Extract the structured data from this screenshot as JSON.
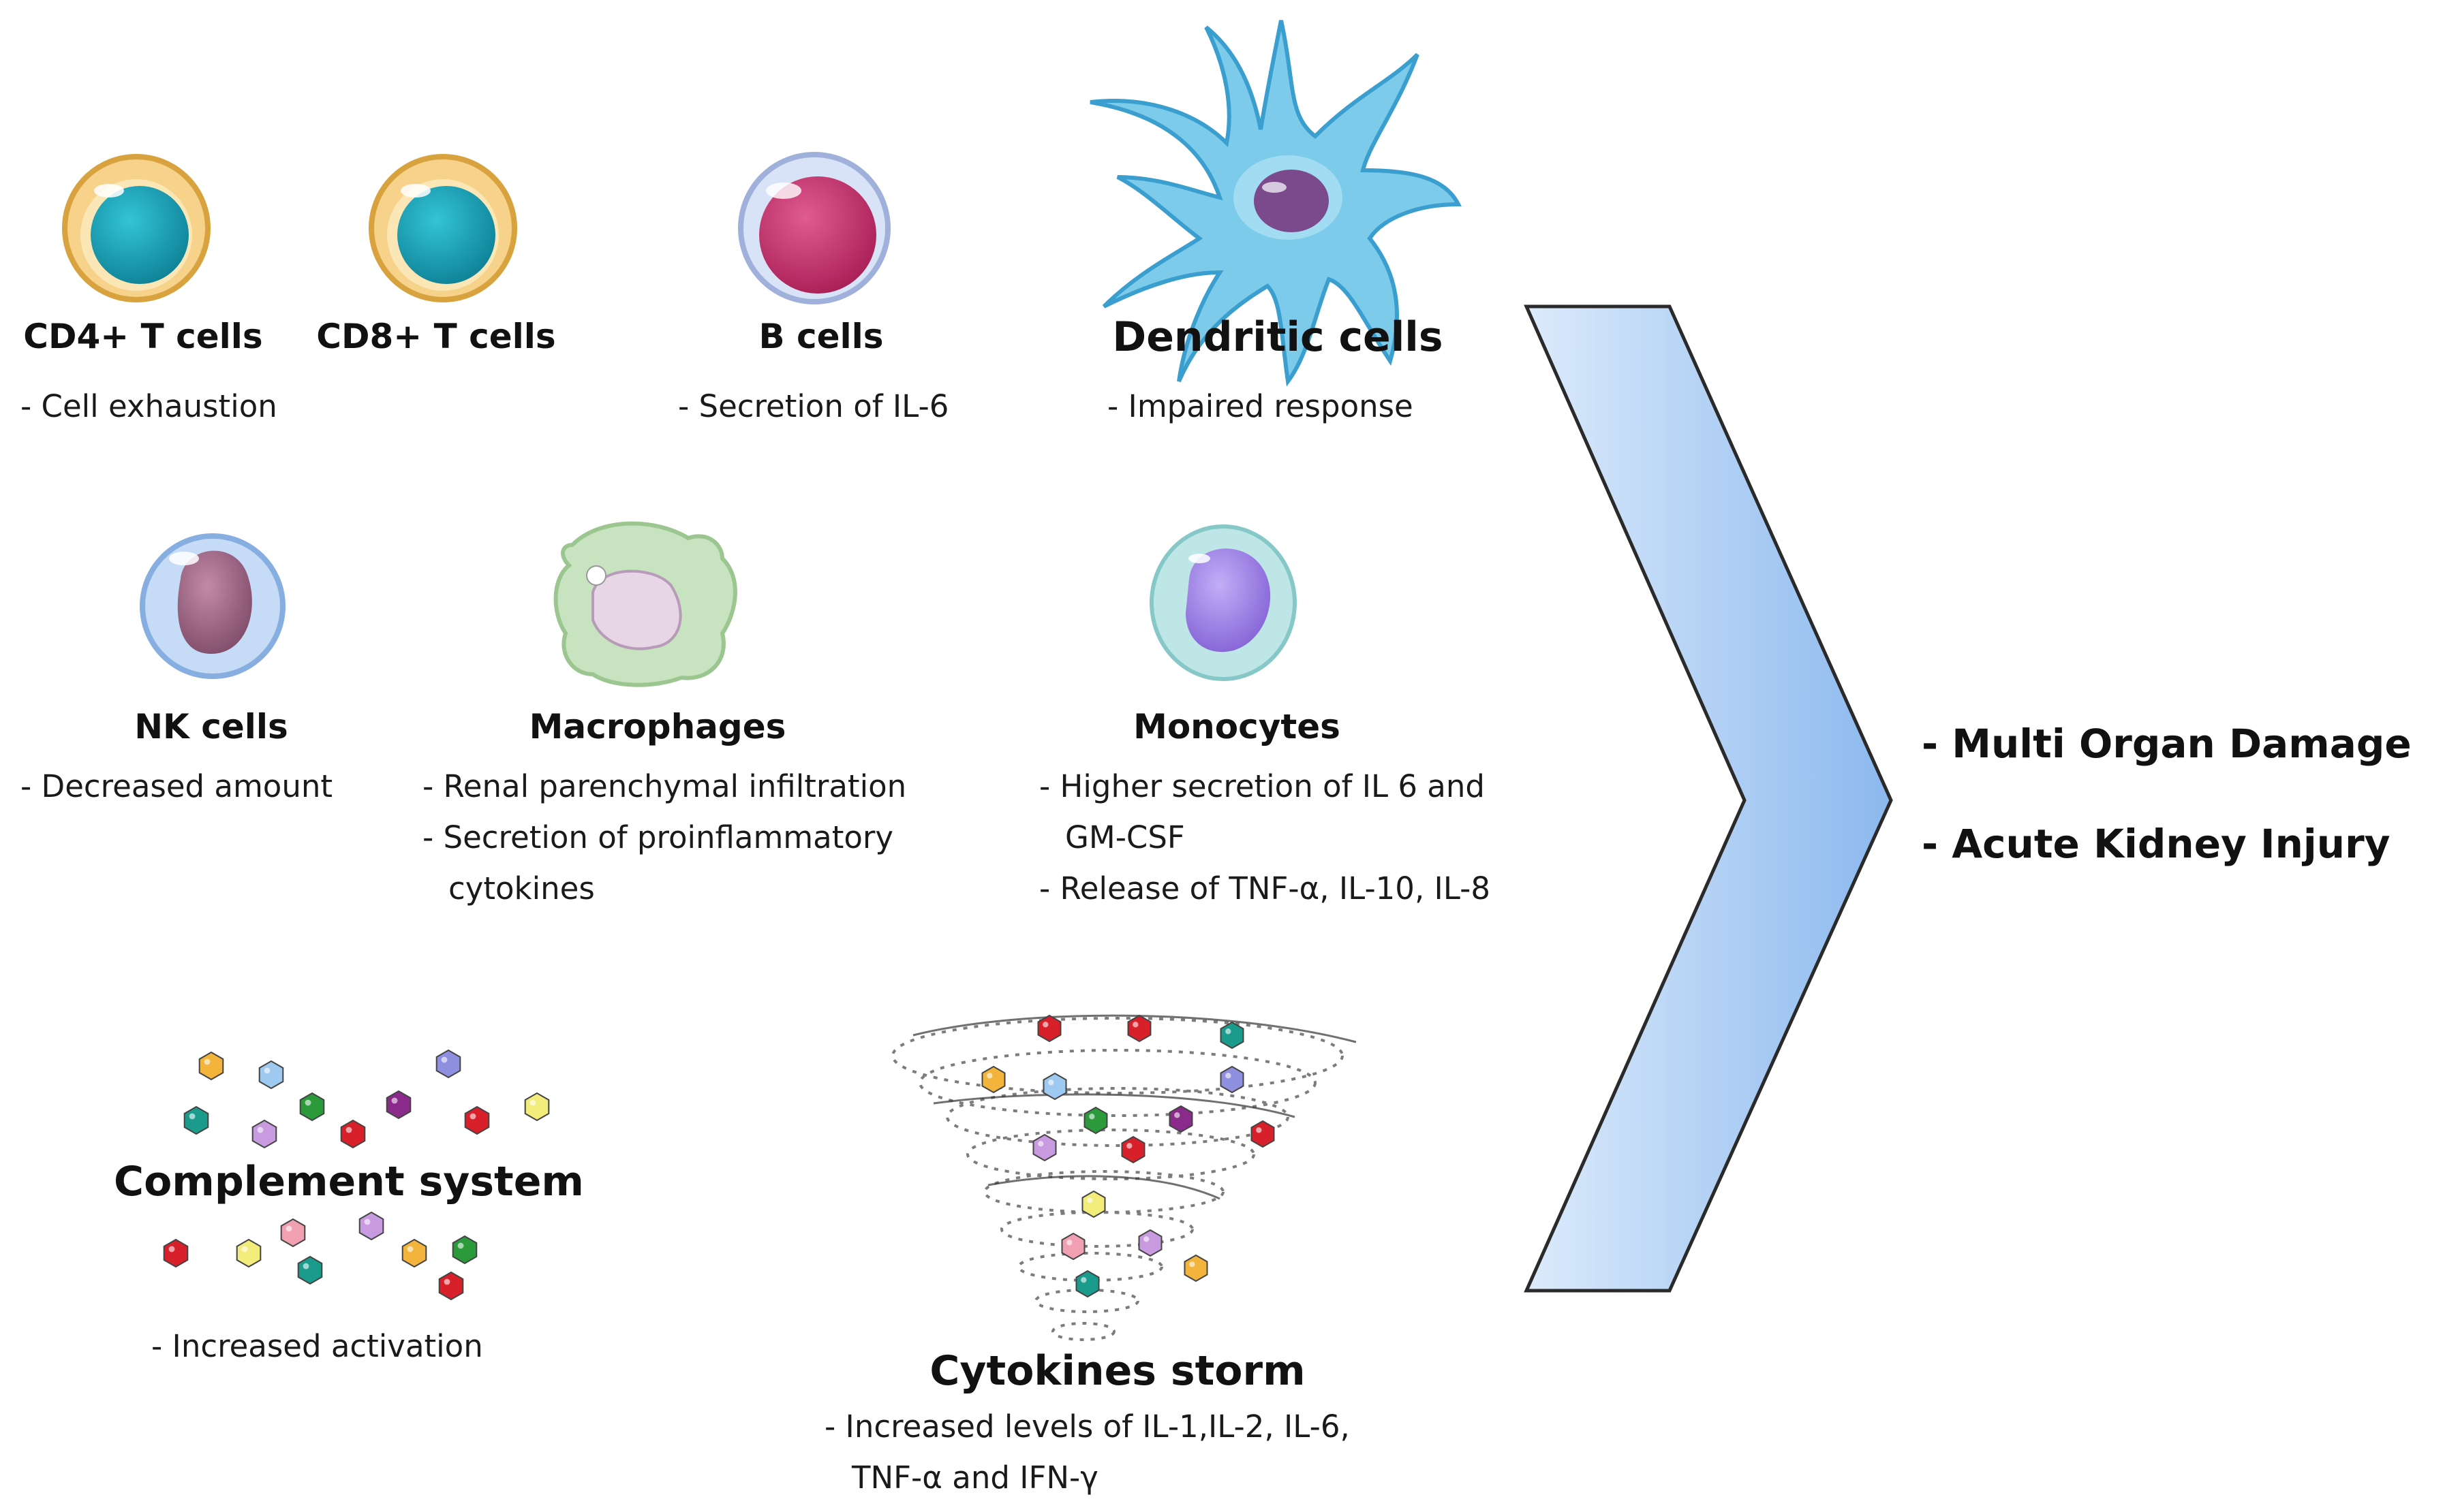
{
  "cells": {
    "cd4": {
      "title": "CD4+ T cells"
    },
    "cd8": {
      "title": "CD8+ T cells"
    },
    "t_cells_note": "- Cell exhaustion",
    "b_cells": {
      "title": "B cells",
      "note": "- Secretion of IL-6"
    },
    "dendritic": {
      "title": "Dendritic cells",
      "note": "- Impaired response"
    },
    "nk": {
      "title": "NK cells",
      "note": "- Decreased amount"
    },
    "macrophages": {
      "title": "Macrophages",
      "notes": [
        "- Renal parenchymal infiltration",
        "- Secretion of proinflammatory",
        "cytokines"
      ]
    },
    "monocytes": {
      "title": "Monocytes",
      "notes": [
        "- Higher secretion of IL 6 and",
        "GM-CSF",
        "- Release of TNF-α, IL-10, IL-8"
      ]
    }
  },
  "complement": {
    "title": "Complement system",
    "note": "- Increased activation"
  },
  "storm": {
    "title": "Cytokines storm",
    "notes": [
      "- Increased levels of IL-1,IL-2, IL-6,",
      "TNF-α and IFN-γ"
    ]
  },
  "outcomes": [
    "- Multi Organ Damage",
    "- Acute Kidney Injury"
  ],
  "colors": {
    "arrow_light": "#dcebfb",
    "arrow_dark": "#8bb8ee",
    "t_cell_ring": "#f3c66a",
    "t_cell_nucleus": "#1aa3b8",
    "b_cell_nucleus": "#c7356f",
    "dendritic": "#5ab9e3",
    "nk_nucleus": "#a36b8a",
    "macrophage": "#b9dbb0",
    "monocyte_nucleus": "#9a7fe6"
  }
}
